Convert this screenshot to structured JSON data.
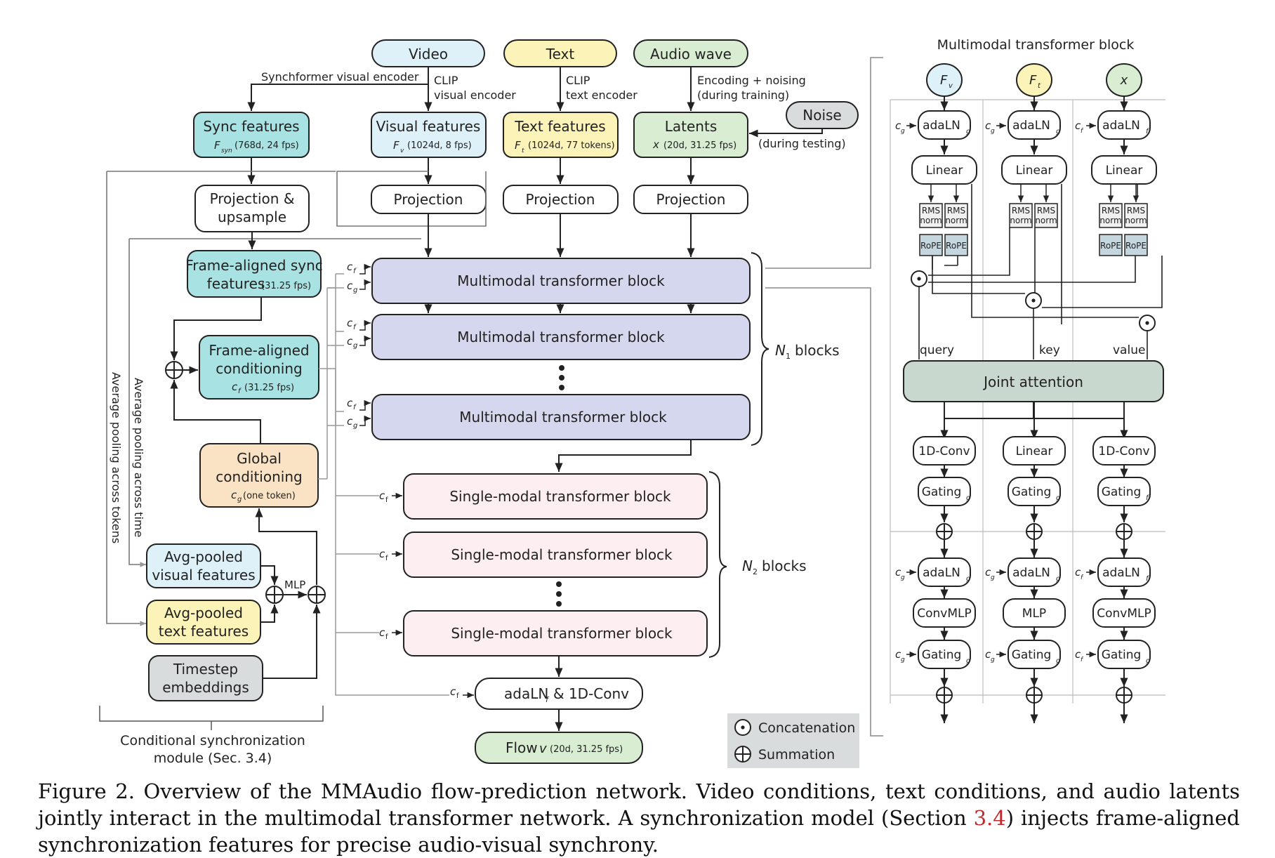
{
  "inputs": {
    "video": "Video",
    "text": "Text",
    "audio": "Audio wave",
    "noise": "Noise"
  },
  "edge_labels": {
    "synch_encoder": "Synchformer visual encoder",
    "clip_visual_1": "CLIP",
    "clip_visual_2": "visual encoder",
    "clip_text_1": "CLIP",
    "clip_text_2": "text encoder",
    "encoding_1": "Encoding + noising",
    "encoding_2": "(during training)",
    "during_testing": "(during testing)",
    "avg_time": "Average pooling across time",
    "avg_tokens": "Average pooling across tokens",
    "mlp": "MLP"
  },
  "features": {
    "sync": {
      "title": "Sync features",
      "sub": "(768d, 24 fps)",
      "sym": "F",
      "subscript": "syn"
    },
    "visual": {
      "title": "Visual features",
      "sub": "(1024d, 8 fps)",
      "sym": "F",
      "subscript": "v"
    },
    "text": {
      "title": "Text features",
      "sub": "(1024d, 77 tokens)",
      "sym": "F",
      "subscript": "t"
    },
    "latents": {
      "title": "Latents",
      "sub": "(20d, 31.25 fps)",
      "sym": "x"
    }
  },
  "projections": {
    "proj_up_1": "Projection &",
    "proj_up_2": "upsample",
    "proj": "Projection"
  },
  "conditioning": {
    "frame_sync_1": "Frame-aligned sync",
    "frame_sync_2": "features",
    "frame_sync_sub": "(31.25 fps)",
    "frame_cond_1": "Frame-aligned",
    "frame_cond_2": "conditioning",
    "frame_cond_sub": "(31.25 fps)",
    "global_1": "Global",
    "global_2": "conditioning",
    "global_sub": "(one token)",
    "avg_vis_1": "Avg-pooled",
    "avg_vis_2": "visual features",
    "avg_txt_1": "Avg-pooled",
    "avg_txt_2": "text features",
    "timestep_1": "Timestep",
    "timestep_2": "embeddings",
    "module_1": "Conditional synchronization",
    "module_2": "module (Sec. 3.4)"
  },
  "blocks": {
    "mm": "Multimodal transformer block",
    "sm": "Single-modal transformer block",
    "n1": "blocks",
    "n2": "blocks",
    "final": "adaLN",
    "final_tail": "& 1D-Conv",
    "flow": "Flow",
    "flow_sub": "(20d, 31.25 fps)"
  },
  "detail": {
    "title": "Multimodal transformer block",
    "adaln": "adaLN",
    "linear": "Linear",
    "rms": "RMS",
    "norm": "norm",
    "rope": "RoPE",
    "query": "query",
    "key": "key",
    "value": "value",
    "joint": "Joint attention",
    "conv": "1D-Conv",
    "gating": "Gating",
    "convmlp": "ConvMLP",
    "mlp": "MLP"
  },
  "legend": {
    "concat": "Concatenation",
    "sum": "Summation"
  },
  "caption": {
    "a": "Figure 2.  Overview of the MMAudio flow-prediction network.  Video conditions, text conditions, and audio latents jointly interact in the multimodal transformer network.  A synchronization model (Section ",
    "ref": "3.4",
    "b": ") injects frame-aligned synchronization features for precise audio-visual synchrony."
  },
  "colors": {
    "video": "#dff1f8",
    "text": "#fbf3b8",
    "audio": "#d9edd3",
    "noise": "#d9dcdc",
    "sync": "#a9e2e2",
    "global": "#fae3c5",
    "mm_block": "#d4d7ed",
    "sm_block": "#fdeef2",
    "flow": "#d9edd3",
    "joint": "#c9d8cf",
    "rms": "#f0f0f0",
    "rope": "#c6d6de",
    "caption_ref": "#c0282b"
  }
}
